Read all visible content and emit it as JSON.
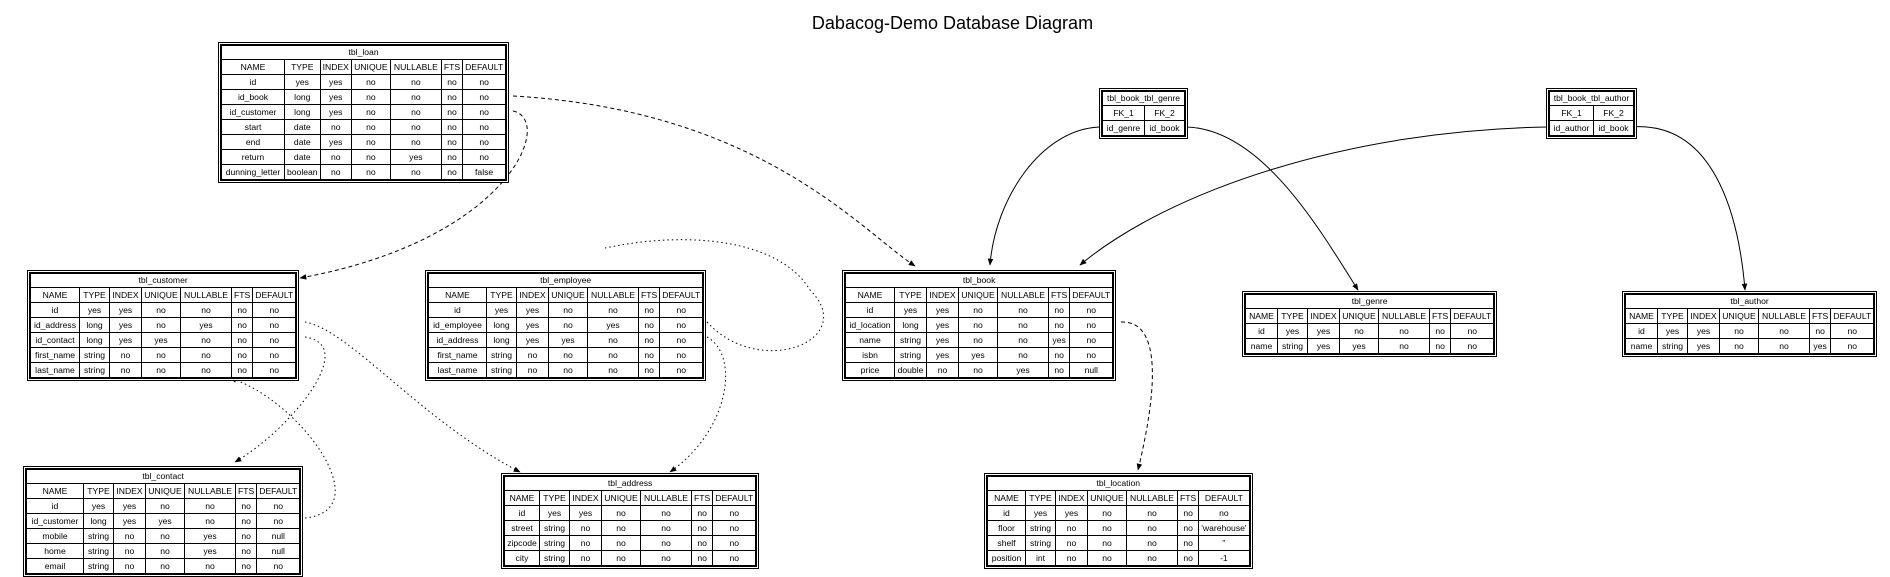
{
  "title": "Dabacog-Demo Database Diagram",
  "tables": [
    {
      "id": "tbl_loan",
      "name": "tbl_loan",
      "columns": [
        "NAME",
        "TYPE",
        "INDEX",
        "UNIQUE",
        "NULLABLE",
        "FTS",
        "DEFAULT"
      ],
      "rows": [
        [
          "id",
          "yes",
          "yes",
          "no",
          "no",
          "no",
          "no"
        ],
        [
          "id_book",
          "long",
          "yes",
          "no",
          "no",
          "no",
          "no"
        ],
        [
          "id_customer",
          "long",
          "yes",
          "no",
          "no",
          "no",
          "no"
        ],
        [
          "start",
          "date",
          "no",
          "no",
          "no",
          "no",
          "no"
        ],
        [
          "end",
          "date",
          "yes",
          "no",
          "no",
          "no",
          "no"
        ],
        [
          "return",
          "date",
          "no",
          "no",
          "yes",
          "no",
          "no"
        ],
        [
          "dunning_letter",
          "boolean",
          "no",
          "no",
          "no",
          "no",
          "false"
        ]
      ]
    },
    {
      "id": "tbl_customer",
      "name": "tbl_customer",
      "columns": [
        "NAME",
        "TYPE",
        "INDEX",
        "UNIQUE",
        "NULLABLE",
        "FTS",
        "DEFAULT"
      ],
      "rows": [
        [
          "id",
          "yes",
          "yes",
          "no",
          "no",
          "no",
          "no"
        ],
        [
          "id_address",
          "long",
          "yes",
          "no",
          "yes",
          "no",
          "no"
        ],
        [
          "id_contact",
          "long",
          "yes",
          "yes",
          "no",
          "no",
          "no"
        ],
        [
          "first_name",
          "string",
          "no",
          "no",
          "no",
          "no",
          "no"
        ],
        [
          "last_name",
          "string",
          "no",
          "no",
          "no",
          "no",
          "no"
        ]
      ]
    },
    {
      "id": "tbl_employee",
      "name": "tbl_employee",
      "columns": [
        "NAME",
        "TYPE",
        "INDEX",
        "UNIQUE",
        "NULLABLE",
        "FTS",
        "DEFAULT"
      ],
      "rows": [
        [
          "id",
          "yes",
          "yes",
          "no",
          "no",
          "no",
          "no"
        ],
        [
          "id_employee",
          "long",
          "yes",
          "no",
          "yes",
          "no",
          "no"
        ],
        [
          "id_address",
          "long",
          "yes",
          "yes",
          "no",
          "no",
          "no"
        ],
        [
          "first_name",
          "string",
          "no",
          "no",
          "no",
          "no",
          "no"
        ],
        [
          "last_name",
          "string",
          "no",
          "no",
          "no",
          "no",
          "no"
        ]
      ]
    },
    {
      "id": "tbl_book",
      "name": "tbl_book",
      "columns": [
        "NAME",
        "TYPE",
        "INDEX",
        "UNIQUE",
        "NULLABLE",
        "FTS",
        "DEFAULT"
      ],
      "rows": [
        [
          "id",
          "yes",
          "yes",
          "no",
          "no",
          "no",
          "no"
        ],
        [
          "id_location",
          "long",
          "yes",
          "no",
          "no",
          "no",
          "no"
        ],
        [
          "name",
          "string",
          "yes",
          "no",
          "no",
          "yes",
          "no"
        ],
        [
          "isbn",
          "string",
          "yes",
          "yes",
          "no",
          "no",
          "no"
        ],
        [
          "price",
          "double",
          "no",
          "no",
          "yes",
          "no",
          "null"
        ]
      ]
    },
    {
      "id": "tbl_book_tbl_genre",
      "name": "tbl_book_tbl_genre",
      "columns": [
        "FK_1",
        "FK_2"
      ],
      "rows": [
        [
          "id_genre",
          "id_book"
        ]
      ]
    },
    {
      "id": "tbl_book_tbl_author",
      "name": "tbl_book_tbl_author",
      "columns": [
        "FK_1",
        "FK_2"
      ],
      "rows": [
        [
          "id_author",
          "id_book"
        ]
      ]
    },
    {
      "id": "tbl_genre",
      "name": "tbl_genre",
      "columns": [
        "NAME",
        "TYPE",
        "INDEX",
        "UNIQUE",
        "NULLABLE",
        "FTS",
        "DEFAULT"
      ],
      "rows": [
        [
          "id",
          "yes",
          "yes",
          "no",
          "no",
          "no",
          "no"
        ],
        [
          "name",
          "string",
          "yes",
          "yes",
          "no",
          "no",
          "no"
        ]
      ]
    },
    {
      "id": "tbl_author",
      "name": "tbl_author",
      "columns": [
        "NAME",
        "TYPE",
        "INDEX",
        "UNIQUE",
        "NULLABLE",
        "FTS",
        "DEFAULT"
      ],
      "rows": [
        [
          "id",
          "yes",
          "yes",
          "no",
          "no",
          "no",
          "no"
        ],
        [
          "name",
          "string",
          "yes",
          "no",
          "no",
          "yes",
          "no"
        ]
      ]
    },
    {
      "id": "tbl_contact",
      "name": "tbl_contact",
      "columns": [
        "NAME",
        "TYPE",
        "INDEX",
        "UNIQUE",
        "NULLABLE",
        "FTS",
        "DEFAULT"
      ],
      "rows": [
        [
          "id",
          "yes",
          "yes",
          "no",
          "no",
          "no",
          "no"
        ],
        [
          "id_customer",
          "long",
          "yes",
          "yes",
          "no",
          "no",
          "no"
        ],
        [
          "mobile",
          "string",
          "no",
          "no",
          "yes",
          "no",
          "null"
        ],
        [
          "home",
          "string",
          "no",
          "no",
          "yes",
          "no",
          "null"
        ],
        [
          "email",
          "string",
          "no",
          "no",
          "no",
          "no",
          "no"
        ]
      ]
    },
    {
      "id": "tbl_address",
      "name": "tbl_address",
      "columns": [
        "NAME",
        "TYPE",
        "INDEX",
        "UNIQUE",
        "NULLABLE",
        "FTS",
        "DEFAULT"
      ],
      "rows": [
        [
          "id",
          "yes",
          "yes",
          "no",
          "no",
          "no",
          "no"
        ],
        [
          "street",
          "string",
          "no",
          "no",
          "no",
          "no",
          "no"
        ],
        [
          "zipcode",
          "string",
          "no",
          "no",
          "no",
          "no",
          "no"
        ],
        [
          "city",
          "string",
          "no",
          "no",
          "no",
          "no",
          "no"
        ]
      ]
    },
    {
      "id": "tbl_location",
      "name": "tbl_location",
      "columns": [
        "NAME",
        "TYPE",
        "INDEX",
        "UNIQUE",
        "NULLABLE",
        "FTS",
        "DEFAULT"
      ],
      "rows": [
        [
          "id",
          "yes",
          "yes",
          "no",
          "no",
          "no",
          "no"
        ],
        [
          "floor",
          "string",
          "no",
          "no",
          "no",
          "no",
          "'warehouse'"
        ],
        [
          "shelf",
          "string",
          "no",
          "no",
          "no",
          "no",
          "''"
        ],
        [
          "position",
          "int",
          "no",
          "no",
          "no",
          "no",
          "-1"
        ]
      ]
    }
  ],
  "relationships": [
    {
      "from": "tbl_loan",
      "from_column": "id_book",
      "to": "tbl_book",
      "style": "dashed"
    },
    {
      "from": "tbl_loan",
      "from_column": "id_customer",
      "to": "tbl_customer",
      "style": "dashed"
    },
    {
      "from": "tbl_book_tbl_genre",
      "from_column": "id_genre",
      "to": "tbl_book",
      "style": "solid"
    },
    {
      "from": "tbl_book_tbl_genre",
      "from_column": "id_book",
      "to": "tbl_genre",
      "style": "solid"
    },
    {
      "from": "tbl_book_tbl_author",
      "from_column": "id_author",
      "to": "tbl_book",
      "style": "solid"
    },
    {
      "from": "tbl_book_tbl_author",
      "from_column": "id_book",
      "to": "tbl_author",
      "style": "solid"
    },
    {
      "from": "tbl_book",
      "from_column": "id_location",
      "to": "tbl_location",
      "style": "dashed"
    },
    {
      "from": "tbl_customer",
      "from_column": "id_address",
      "to": "tbl_address",
      "style": "dotted"
    },
    {
      "from": "tbl_customer",
      "from_column": "id_contact",
      "to": "tbl_contact",
      "style": "dotted"
    },
    {
      "from": "tbl_contact",
      "from_column": "id_customer",
      "to": "tbl_customer",
      "style": "dotted"
    },
    {
      "from": "tbl_employee",
      "from_column": "id_employee",
      "to": "tbl_employee",
      "style": "dotted"
    },
    {
      "from": "tbl_employee",
      "from_column": "id_address",
      "to": "tbl_address",
      "style": "dotted"
    }
  ]
}
